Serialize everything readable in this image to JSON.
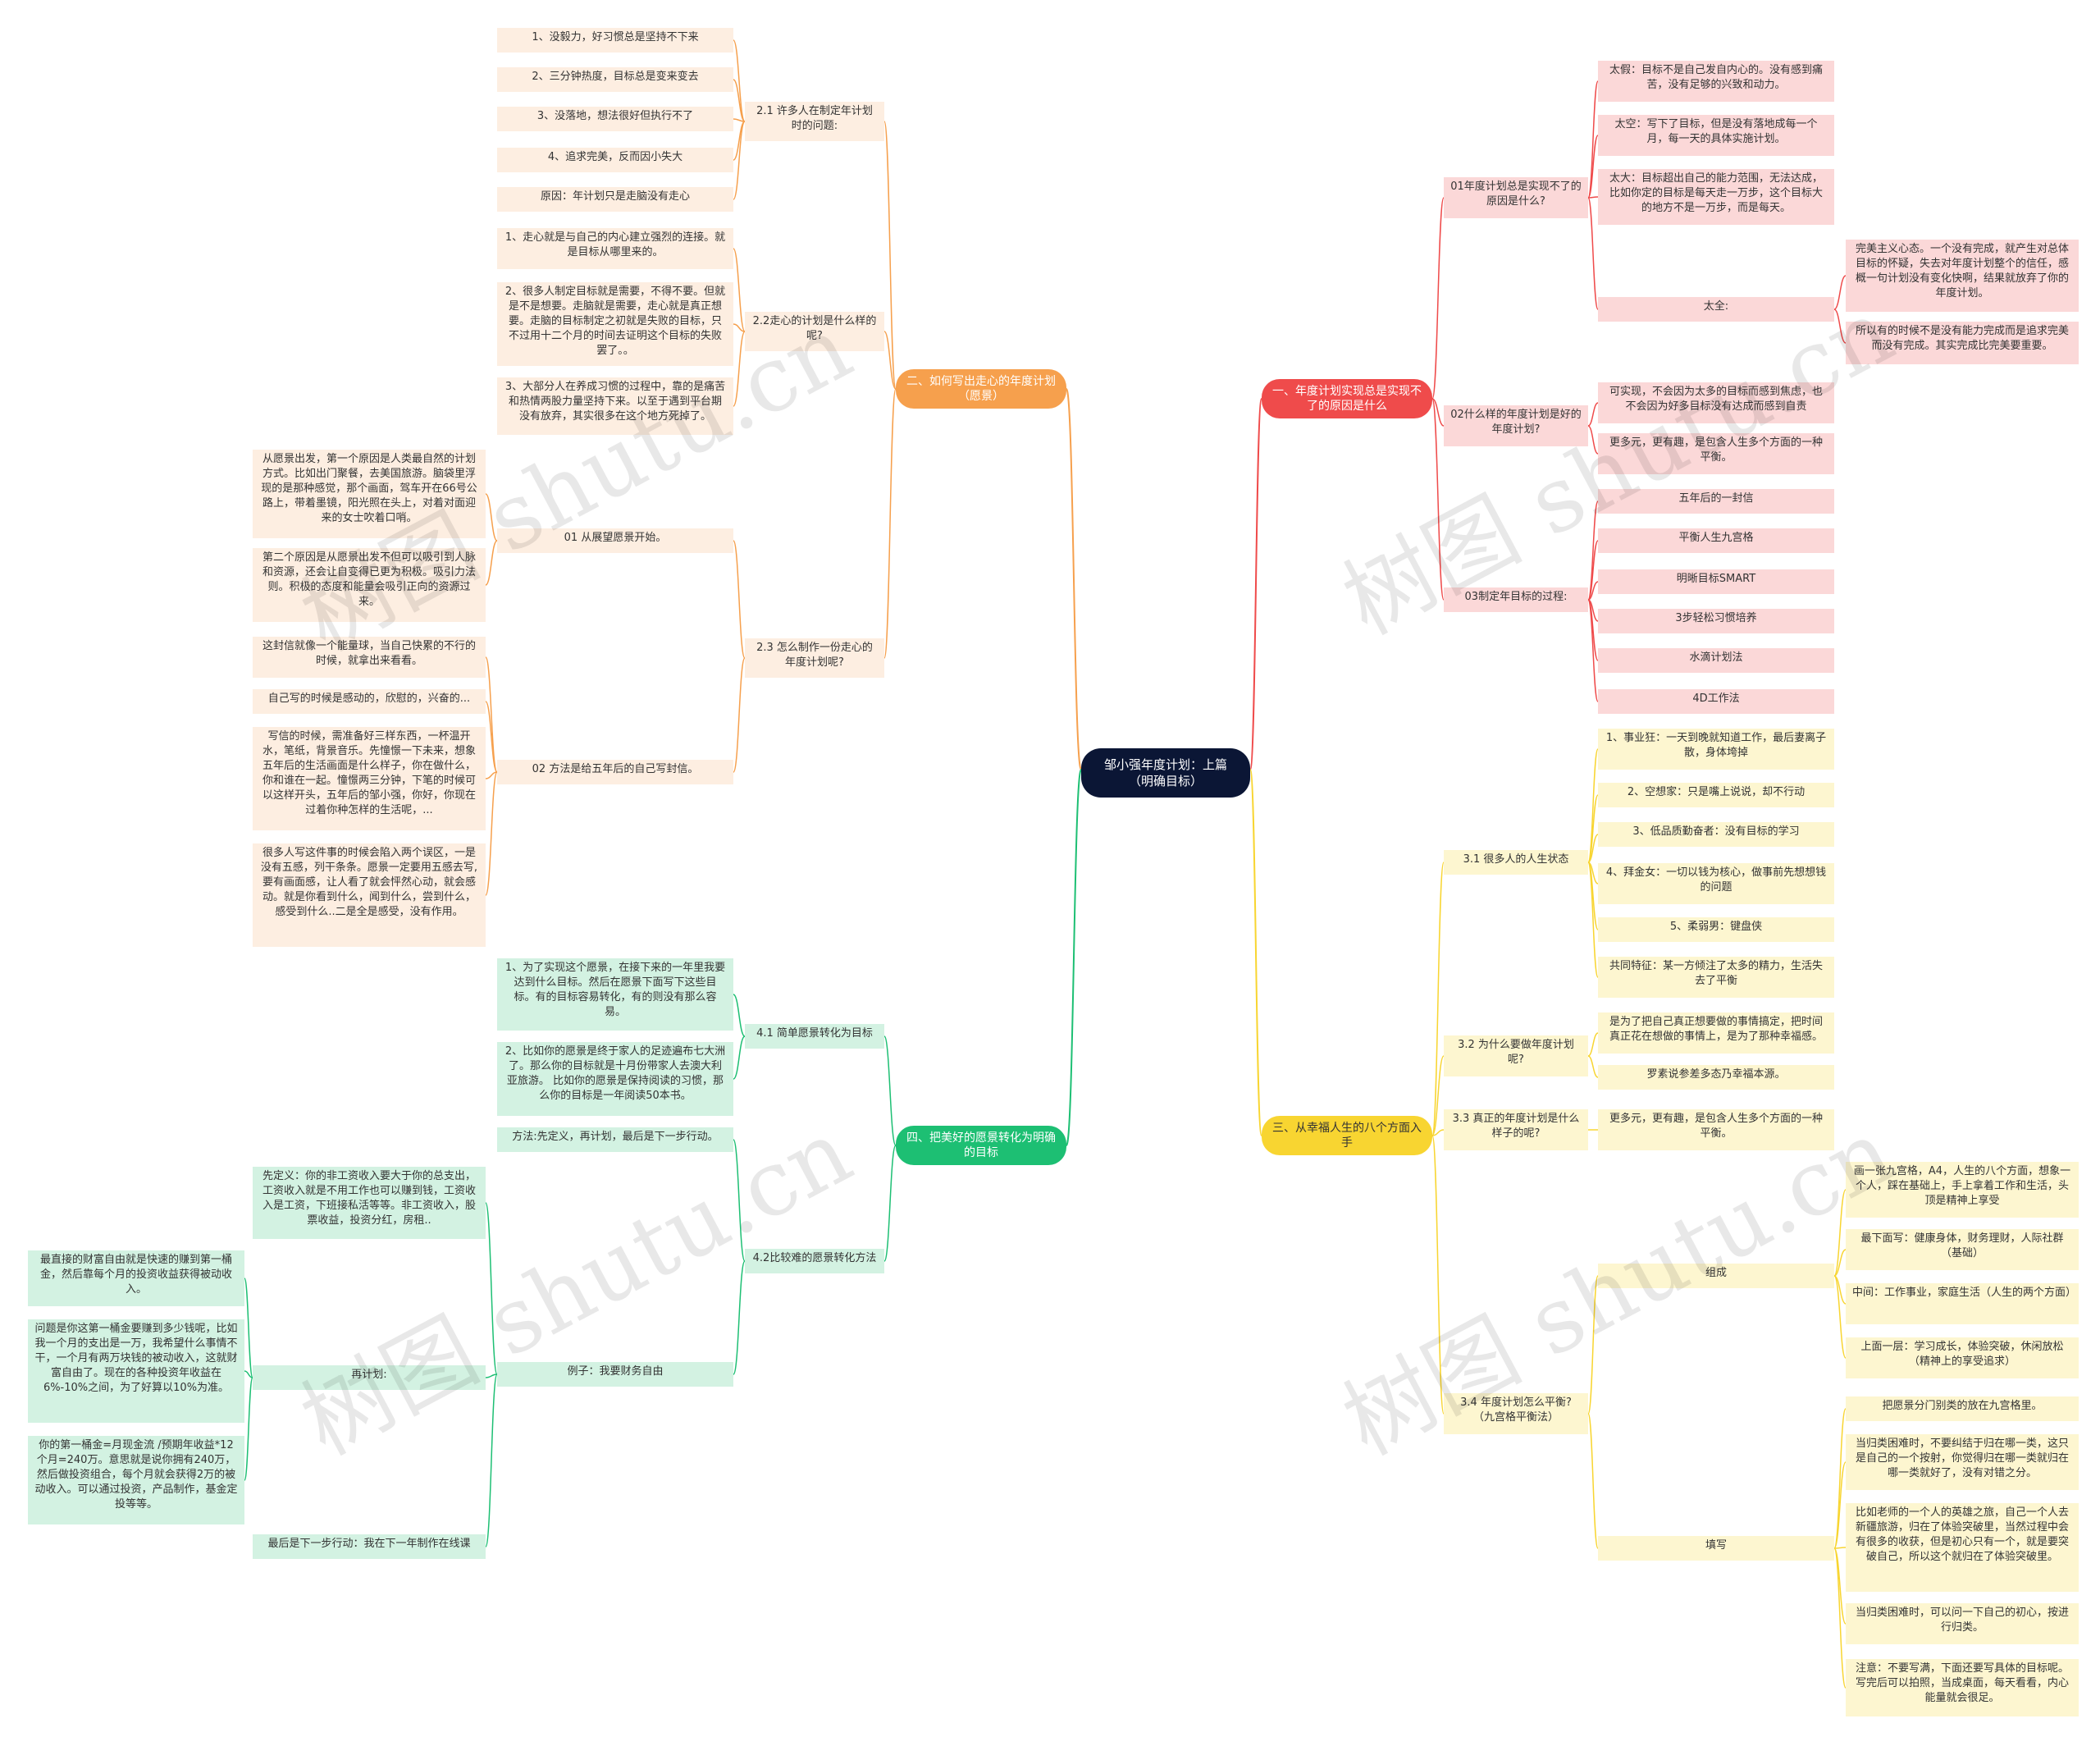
{
  "watermark": "树图 shutu.cn",
  "colors": {
    "orange": "#f6a04d",
    "red": "#ef4b4b",
    "yellow": "#f8d531",
    "green": "#1dbf73",
    "root": "#0b1635"
  },
  "mindmap": {
    "root": "邹小强年度计划：上篇（明确目标）",
    "b_orange": "二、如何写出走心的年度计划（愿景）",
    "b_red": "一、年度计划实现总是实现不了的原因是什么",
    "b_yellow": "三、从幸福人生的八个方面入手",
    "b_green": "四、把美好的愿景转化为明确的目标",
    "o21": "2.1 许多人在制定年计划时的问题:",
    "o21_1": "1、没毅力，好习惯总是坚持不下来",
    "o21_2": "2、三分钟热度，目标总是变来变去",
    "o21_3": "3、没落地，想法很好但执行不了",
    "o21_4": "4、追求完美，反而因小失大",
    "o21_5": "原因：年计划只是走脑没有走心",
    "o22": "2.2走心的计划是什么样的呢?",
    "o22_1": "1、走心就是与自己的内心建立强烈的连接。就是目标从哪里来的。",
    "o22_2": "2、很多人制定目标就是需要，不得不要。但就是不是想要。走脑就是需要，走心就是真正想要。走脑的目标制定之初就是失败的目标，只不过用十二个月的时间去证明这个目标的失败罢了。。",
    "o22_3": "3、大部分人在养成习惯的过程中，靠的是痛苦和热情两股力量坚持下来。以至于遇到平台期没有放弃，其实很多在这个地方死掉了。",
    "o23": "2.3 怎么制作一份走心的年度计划呢?",
    "o23a": "01 从展望愿景开始。",
    "o23a_1": "从愿景出发，第一个原因是人类最自然的计划方式。比如出门聚餐，去美国旅游。脑袋里浮现的是那种感觉，那个画面，驾车开在66号公路上，带着墨镜，阳光照在头上，对着对面迎来的女士吹着口哨。",
    "o23a_2": "第二个原因是从愿景出发不但可以吸引到人脉和资源，还会让自变得已更为积极。吸引力法则。积极的态度和能量会吸引正向的资源过来。",
    "o23b": "02 方法是给五年后的自己写封信。",
    "o23b_1": "这封信就像一个能量球，当自己快累的不行的时候，就拿出来看看。",
    "o23b_2": "自己写的时候是感动的，欣慰的，兴奋的...",
    "o23b_3": "写信的时候，需准备好三样东西，一杯温开水，笔纸，背景音乐。先憧憬一下未来，想象五年后的生活画面是什么样子，你在做什么，你和谁在一起。憧憬两三分钟，下笔的时候可以这样开头，五年后的邹小强，你好，你现在过着你种怎样的生活呢，...",
    "o23b_4": "很多人写这件事的时候会陷入两个误区，一是没有五感，列干条条。愿景一定要用五感去写,要有画面感，让人看了就会怦然心动，就会感动。就是你看到什么，闻到什么，尝到什么，感受到什么..二是全是感受，没有作用。",
    "r01": "01年度计划总是实现不了的原因是什么?",
    "r01_1": "太假：目标不是自己发自内心的。没有感到痛苦，没有足够的兴致和动力。",
    "r01_2": "太空：写下了目标，但是没有落地成每一个月，每一天的具体实施计划。",
    "r01_3": "太大：目标超出自己的能力范围，无法达成，比如你定的目标是每天走一万步，这个目标大的地方不是一万步，而是每天。",
    "r01_4": "太全:",
    "r01_4a": "完美主义心态。一个没有完成，就产生对总体目标的怀疑，失去对年度计划整个的信任，感概一句计划没有变化快啊，结果就放弃了你的年度计划。",
    "r01_4b": "所以有的时候不是没有能力完成而是追求完美而没有完成。其实完成比完美要重要。",
    "r02": "02什么样的年度计划是好的年度计划?",
    "r02_1": "可实现，不会因为太多的目标而感到焦虑，也不会因为好多目标没有达成而感到自责",
    "r02_2": "更多元，更有趣，是包含人生多个方面的一种平衡。",
    "r03": "03制定年目标的过程:",
    "r03_1": "五年后的一封信",
    "r03_2": "平衡人生九宫格",
    "r03_3": "明晰目标SMART",
    "r03_4": "3步轻松习惯培养",
    "r03_5": "水滴计划法",
    "r03_6": "4D工作法",
    "y31": "3.1 很多人的人生状态",
    "y31_1": "1、事业狂：一天到晚就知道工作，最后妻离子散，身体垮掉",
    "y31_2": "2、空想家：只是嘴上说说，却不行动",
    "y31_3": "3、低品质勤奋者：没有目标的学习",
    "y31_4": "4、拜金女：一切以钱为核心，做事前先想想钱的问题",
    "y31_5": "5、柔弱男：键盘侠",
    "y31_6": "共同特征：某一方倾注了太多的精力，生活失去了平衡",
    "y32": "3.2 为什么要做年度计划呢?",
    "y32_1": "是为了把自己真正想要做的事情搞定，把时间真正花在想做的事情上，是为了那种幸福感。",
    "y32_2": "罗素说参差多态乃幸福本源。",
    "y33": "3.3 真正的年度计划是什么样子的呢?",
    "y33_1": "更多元，更有趣，是包含人生多个方面的一种平衡。",
    "y34": "3.4 年度计划怎么平衡?（九宫格平衡法）",
    "y34a": "组成",
    "y34a_1": "画一张九宫格，A4，人生的八个方面，想象一个人，踩在基础上，手上拿着工作和生活，头顶是精神上享受",
    "y34a_2": "最下面写：健康身体，财务理财，人际社群（基础）",
    "y34a_3": "中间：工作事业，家庭生活（人生的两个方面）",
    "y34a_4": "上面一层：学习成长，体验突破，休闲放松（精神上的享受追求）",
    "y34b": "填写",
    "y34b_1": "把愿景分门别类的放在九宫格里。",
    "y34b_2": "当归类困难时，不要纠结于归在哪一类，这只是自己的一个按射，你觉得归在哪一类就归在哪一类就好了，没有对错之分。",
    "y34b_3": "比如老师的一个人的英雄之旅，自己一个人去新疆旅游，归在了体验突破里，当然过程中会有很多的收获，但是初心只有一个，就是要突破自己，所以这个就归在了体验突破里。",
    "y34b_4": "当归类困难时，可以问一下自己的初心，按进行归类。",
    "y34b_5": "注意：不要写满，下面还要写具体的目标呢。写完后可以拍照，当成桌面，每天看看，内心能量就会很足。",
    "g41": "4.1 简单愿景转化为目标",
    "g41_1": "1、为了实现这个愿景，在接下来的一年里我要达到什么目标。然后在愿景下面写下这些目标。有的目标容易转化，有的则没有那么容易。",
    "g41_2": "2、比如你的愿景是终于家人的足迹遍布七大洲了。那么你的目标就是十月份带家人去澳大利亚旅游。 比如你的愿景是保持阅读的习惯，那么你的目标是一年阅读50本书。",
    "g42": "4.2比较难的愿景转化方法",
    "g42_1": "方法:先定义，再计划，最后是下一步行动。",
    "g42_2": "例子：我要财务自由",
    "g42_2a": "先定义：你的非工资收入要大于你的总支出，工资收入就是不用工作也可以赚到钱，工资收入是工资，下班接私活等等。非工资收入，股票收益，投资分红，房租..",
    "g42_2b": "再计划:",
    "g42_2b1": "最直接的财富自由就是快速的赚到第一桶金，然后靠每个月的投资收益获得被动收入。",
    "g42_2b2": "问题是你这第一桶金要赚到多少钱呢，比如我一个月的支出是一万，我希望什么事情不干，一个月有两万块钱的被动收入，这就财富自由了。现在的各种投资年收益在6%-10%之间，为了好算以10%为准。",
    "g42_2b3": "你的第一桶金=月现金流 /预期年收益*12个月=240万。意思就是说你拥有240万，然后做投资组合，每个月就会获得2万的被动收入。可以通过投资，产品制作，基金定投等等。",
    "g42_2c": "最后是下一步行动：我在下一年制作在线课"
  }
}
